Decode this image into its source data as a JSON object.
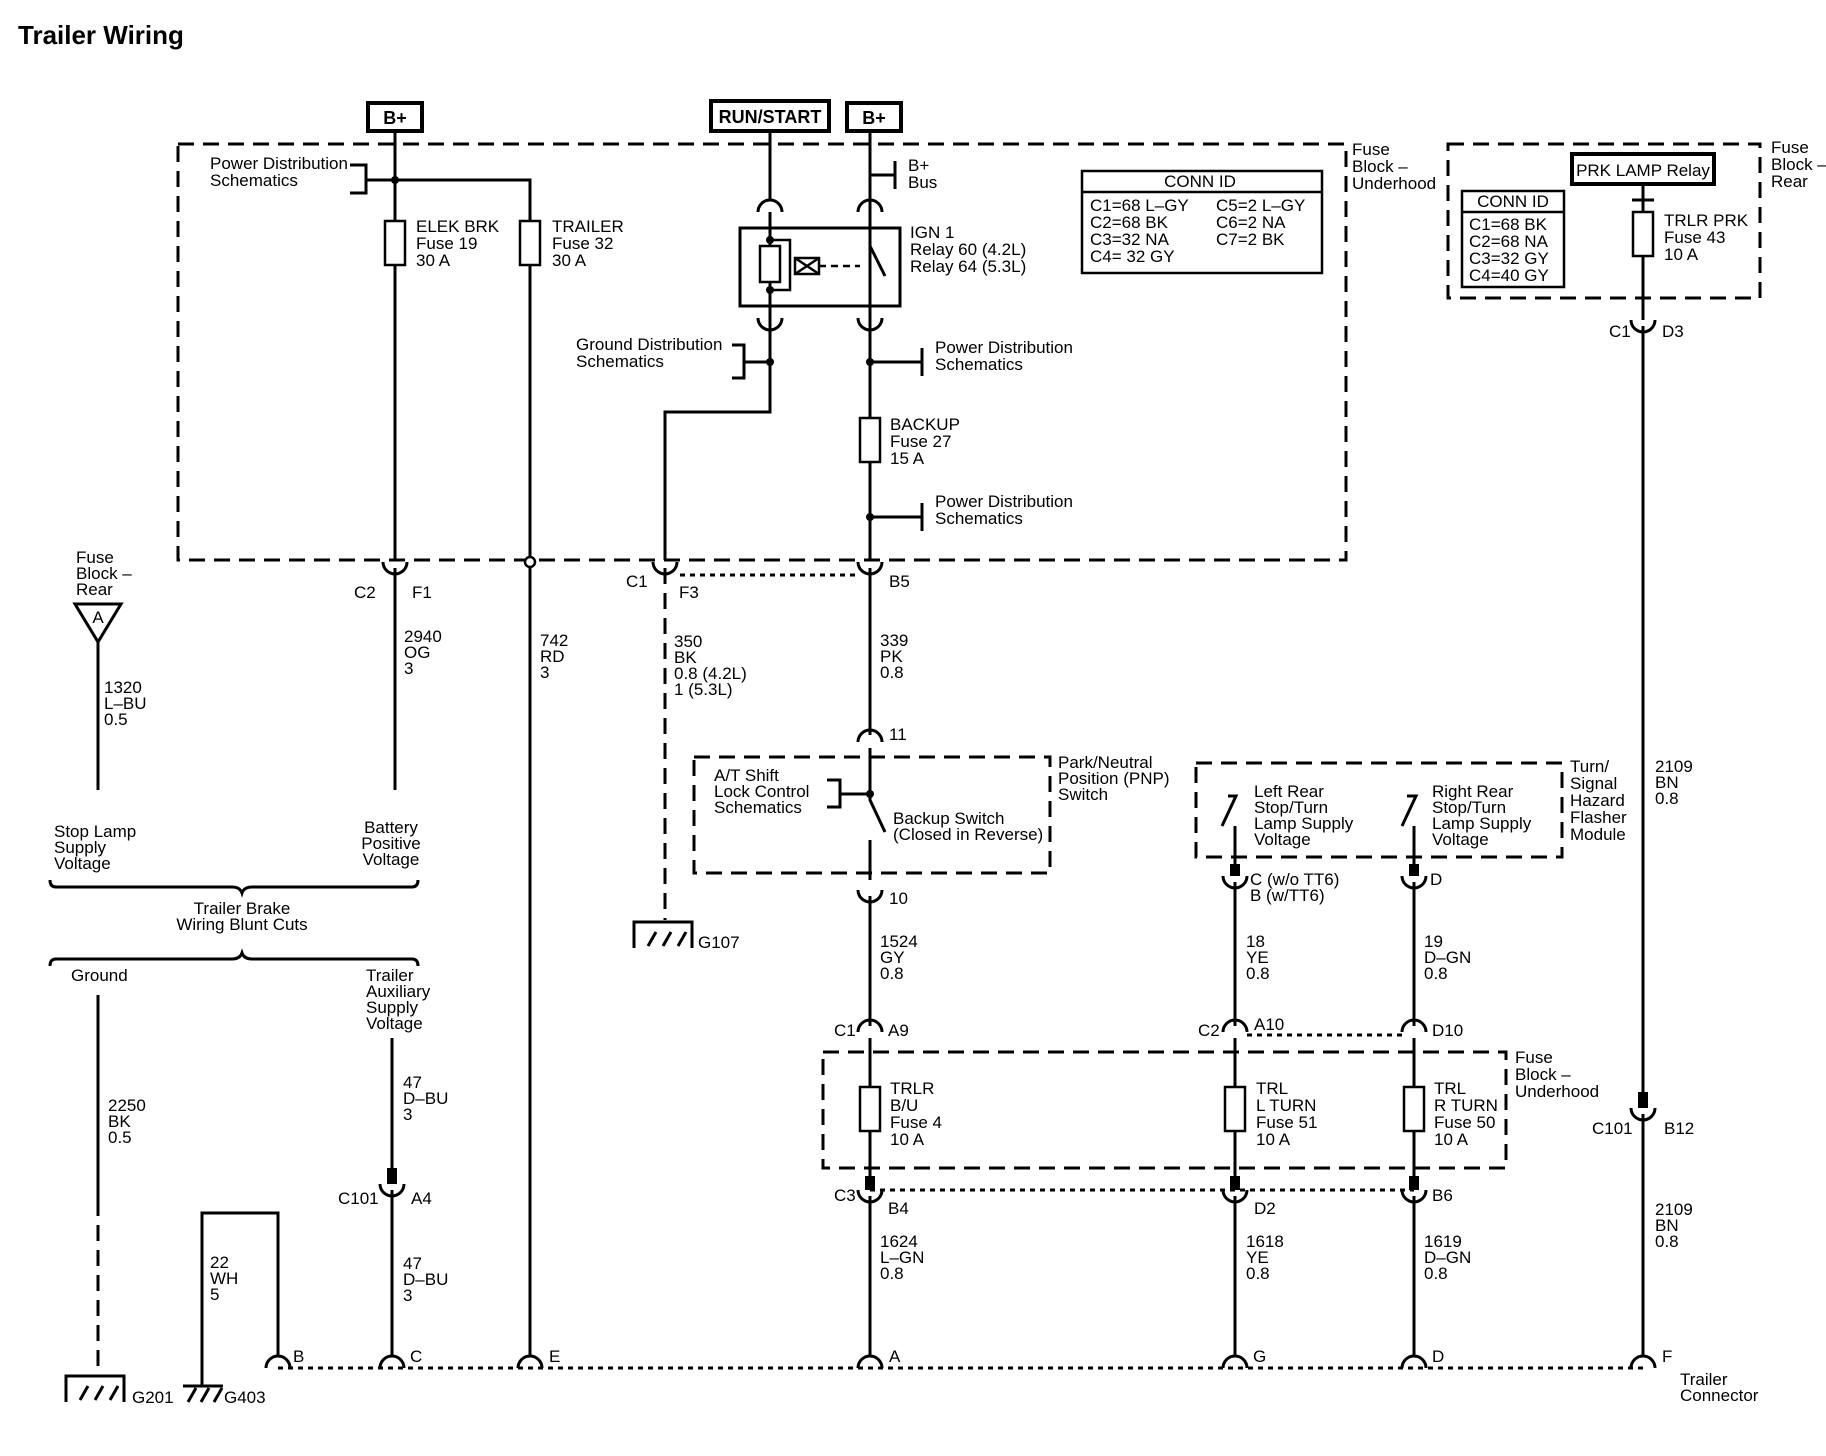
{
  "title": "Trailer Wiring",
  "sources": {
    "b_plus_left": "B+",
    "run_start": "RUN/START",
    "b_plus_right": "B+"
  },
  "fuse_block_underhood": {
    "label": [
      "Fuse",
      "Block –",
      "Underhood"
    ],
    "power_dist": [
      "Power Distribution",
      "Schematics"
    ],
    "b_plus_bus": [
      "B+",
      "Bus"
    ],
    "fuse_elek": [
      "ELEK BRK",
      "Fuse 19",
      "30 A"
    ],
    "fuse_trailer": [
      "TRAILER",
      "Fuse 32",
      "30 A"
    ],
    "relay_ign": [
      "IGN 1",
      "Relay 60 (4.2L)",
      "Relay 64 (5.3L)"
    ],
    "ground_dist": [
      "Ground Distribution",
      "Schematics"
    ],
    "power_dist_2": [
      "Power Distribution",
      "Schematics"
    ],
    "fuse_backup": [
      "BACKUP",
      "Fuse 27",
      "15 A"
    ],
    "power_dist_3": [
      "Power Distribution",
      "Schematics"
    ],
    "conn_id": {
      "header": "CONN ID",
      "left": [
        "C1=68 L–GY",
        "C2=68 BK",
        "C3=32 NA",
        "C4= 32 GY"
      ],
      "right": [
        "C5=2 L–GY",
        "C6=2 NA",
        "C7=2 BK"
      ]
    }
  },
  "fuse_block_rear": {
    "label": [
      "Fuse",
      "Block –",
      "Rear"
    ],
    "relay": "PRK LAMP Relay",
    "conn_id": {
      "header": "CONN ID",
      "rows": [
        "C1=68 BK",
        "C2=68 NA",
        "C3=32 GY",
        "C4=40 GY"
      ]
    },
    "fuse_trlr_prk": [
      "TRLR PRK",
      "Fuse 43",
      "10 A"
    ]
  },
  "connectors": {
    "c2": "C2",
    "f1": "F1",
    "c1": "C1",
    "f3": "F3",
    "b5": "B5",
    "rear_c1": "C1",
    "rear_d3": "D3",
    "pin11": "11",
    "pin10": "10",
    "c_wtt6": [
      "C (w/o TT6)",
      "B (w/TT6)"
    ],
    "d_flasher": "D",
    "c1_a": "C1",
    "a9": "A9",
    "c2_a": "C2",
    "a10": "A10",
    "d10": "D10",
    "c101_right": "C101",
    "b12": "B12",
    "c101_left": "C101",
    "a4": "A4",
    "c3": "C3",
    "b4": "B4",
    "d2": "D2",
    "b6": "B6",
    "trailer_pins": [
      "B",
      "C",
      "E",
      "A",
      "G",
      "D",
      "F"
    ],
    "trailer_connector": [
      "Trailer",
      "Connector"
    ]
  },
  "wires": {
    "w1320": [
      "1320",
      "L–BU",
      "0.5"
    ],
    "w2940": [
      "2940",
      "OG",
      "3"
    ],
    "w742": [
      "742",
      "RD",
      "3"
    ],
    "w350": [
      "350",
      "BK",
      "0.8 (4.2L)",
      "1 (5.3L)"
    ],
    "w339": [
      "339",
      "PK",
      "0.8"
    ],
    "w1524": [
      "1524",
      "GY",
      "0.8"
    ],
    "w18": [
      "18",
      "YE",
      "0.8"
    ],
    "w19": [
      "19",
      "D–GN",
      "0.8"
    ],
    "w2109a": [
      "2109",
      "BN",
      "0.8"
    ],
    "w2250": [
      "2250",
      "BK",
      "0.5"
    ],
    "w47a": [
      "47",
      "D–BU",
      "3"
    ],
    "w47b": [
      "47",
      "D–BU",
      "3"
    ],
    "w22": [
      "22",
      "WH",
      "5"
    ],
    "w1624": [
      "1624",
      "L–GN",
      "0.8"
    ],
    "w1618": [
      "1618",
      "YE",
      "0.8"
    ],
    "w1619": [
      "1619",
      "D–GN",
      "0.8"
    ],
    "w2109b": [
      "2109",
      "BN",
      "0.8"
    ]
  },
  "fuse_block_rear_small": {
    "label": [
      "Fuse",
      "Block –",
      "Rear"
    ],
    "pin": "A"
  },
  "blunt_cuts": {
    "stop_lamp": [
      "Stop Lamp",
      "Supply",
      "Voltage"
    ],
    "battery": [
      "Battery",
      "Positive",
      "Voltage"
    ],
    "title": [
      "Trailer Brake",
      "Wiring Blunt Cuts"
    ],
    "ground": "Ground",
    "aux": [
      "Trailer",
      "Auxiliary",
      "Supply",
      "Voltage"
    ]
  },
  "pnp_switch": {
    "label": [
      "Park/Neutral",
      "Position (PNP)",
      "Switch"
    ],
    "at_shift": [
      "A/T Shift",
      "Lock Control",
      "Schematics"
    ],
    "backup_switch": [
      "Backup Switch",
      "(Closed in Reverse)"
    ]
  },
  "flasher": {
    "label": [
      "Turn/",
      "Signal",
      "Hazard",
      "Flasher",
      "Module"
    ],
    "left": [
      "Left Rear",
      "Stop/Turn",
      "Lamp Supply",
      "Voltage"
    ],
    "right": [
      "Right Rear",
      "Stop/Turn",
      "Lamp Supply",
      "Voltage"
    ]
  },
  "fuse_block_underhood_2": {
    "label": [
      "Fuse",
      "Block –",
      "Underhood"
    ],
    "fuse_bu": [
      "TRLR",
      "B/U",
      "Fuse 4",
      "10 A"
    ],
    "fuse_lturn": [
      "TRL",
      "L TURN",
      "Fuse 51",
      "10 A"
    ],
    "fuse_rturn": [
      "TRL",
      "R TURN",
      "Fuse 50",
      "10 A"
    ]
  },
  "grounds": {
    "g107": "G107",
    "g201": "G201",
    "g403": "G403"
  }
}
